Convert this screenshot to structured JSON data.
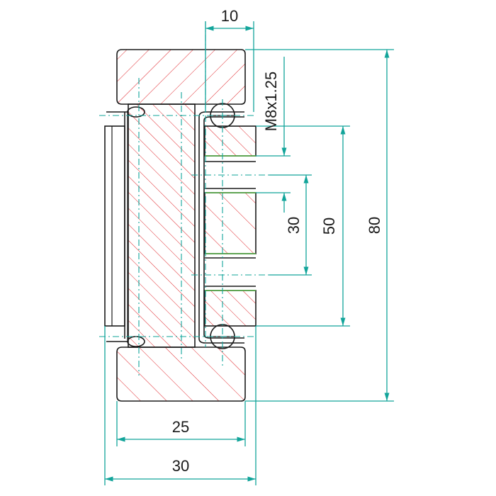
{
  "drawing": {
    "colors": {
      "outline": "#1a1a1a",
      "dimension": "#12a49a",
      "hatch": "#e0262b",
      "thread": "#5ab54a",
      "background": "#ffffff"
    },
    "dimensions": {
      "top_width": "10",
      "thread": "M8x1.25",
      "inner_pitch": "30",
      "middle_height": "50",
      "total_height": "80",
      "flange_width": "25",
      "overall_width": "30"
    }
  }
}
